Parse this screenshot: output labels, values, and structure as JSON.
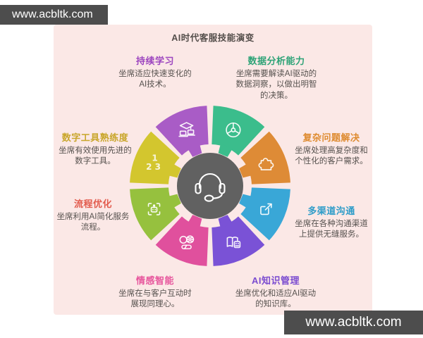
{
  "title": "AI时代客服技能演变",
  "watermark": "www.acbltk.com",
  "background": {
    "page": "#FFFFFF",
    "card": "#FBE8E6"
  },
  "wheel": {
    "center_color": "#616161",
    "center_icon": "headset-icon",
    "outer_background": "#FBE8E6"
  },
  "chart_data": {
    "type": "donut-infographic",
    "title": "AI时代客服技能演变",
    "segments": [
      {
        "label": "持续学习",
        "desc": "坐席适应快速变化的AI技术。",
        "color": "#A95CC6",
        "title_color": "#9C45BF",
        "icon": "graduation-laptops-icon",
        "position": "top-left"
      },
      {
        "label": "数据分析能力",
        "desc": "坐席需要解读AI驱动的数据洞察，以做出明智的决策。",
        "color": "#3BBD8C",
        "title_color": "#2EA377",
        "icon": "pie-chart-icon",
        "position": "top-right"
      },
      {
        "label": "复杂问题解决",
        "desc": "坐席处理高复杂度和个性化的客户需求。",
        "color": "#DE8B36",
        "title_color": "#DE8A2E",
        "icon": "puzzle-icon",
        "position": "right-upper"
      },
      {
        "label": "多渠道沟通",
        "desc": "坐席在各种沟通渠道上提供无缝服务。",
        "color": "#39A7D7",
        "title_color": "#2F9DC9",
        "icon": "share-arrow-icon",
        "position": "right-lower"
      },
      {
        "label": "AI知识管理",
        "desc": "坐席优化和适应AI驱动的知识库。",
        "color": "#7A52D6",
        "title_color": "#7A4BD0",
        "icon": "knowledge-book-robot-icon",
        "position": "bottom-right"
      },
      {
        "label": "情感智能",
        "desc": "坐席在与客户互动时展现同理心。",
        "color": "#E0509D",
        "title_color": "#E7559C",
        "icon": "empathy-face-icon",
        "position": "bottom-left"
      },
      {
        "label": "流程优化",
        "desc": "坐席利用AI简化服务流程。",
        "color": "#96C13E",
        "title_color": "#E25A4C",
        "icon": "robot-scan-icon",
        "position": "left-lower"
      },
      {
        "label": "数字工具熟练度",
        "desc": "坐席有效使用先进的数字工具。",
        "color": "#D3C62E",
        "title_color": "#C9A62B",
        "icon": "numbers-123-icon",
        "position": "left-upper"
      }
    ]
  }
}
